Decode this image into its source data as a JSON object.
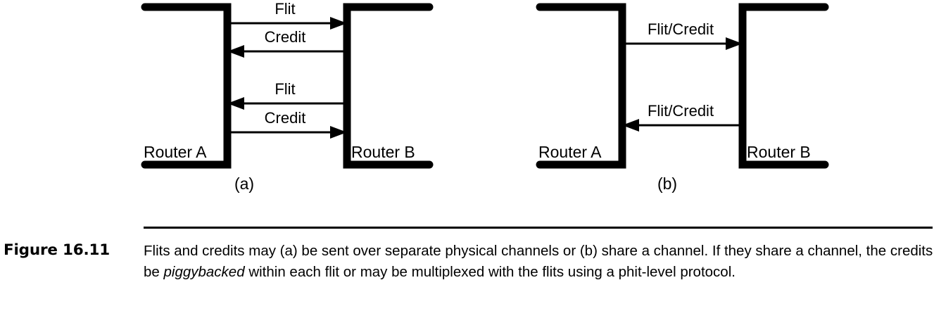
{
  "figure": {
    "number_label": "Figure 16.11",
    "caption_parts": {
      "part1": "Flits and credits may (a) be sent over separate physical channels or (b) share a channel. If they share a channel, the credits be ",
      "emphasis": "piggybacked",
      "part2": " within each flit or may be multiplexed with the flits using a phit-level protocol."
    },
    "caption_full": "Flits and credits may (a) be sent over separate physical channels or (b) share a channel. If they share a channel, the credits be piggybacked within each flit or may be multiplexed with the flits using a phit-level protocol."
  },
  "colors": {
    "ink": "#000000",
    "background": "#ffffff"
  },
  "panels": [
    {
      "id": "a",
      "sub_label": "(a)",
      "left_node_label": "Router A",
      "right_node_label": "Router B",
      "channels": [
        {
          "label": "Flit",
          "direction": "right"
        },
        {
          "label": "Credit",
          "direction": "left"
        },
        {
          "label": "Flit",
          "direction": "left"
        },
        {
          "label": "Credit",
          "direction": "right"
        }
      ]
    },
    {
      "id": "b",
      "sub_label": "(b)",
      "left_node_label": "Router A",
      "right_node_label": "Router B",
      "channels": [
        {
          "label": "Flit/Credit",
          "direction": "right"
        },
        {
          "label": "Flit/Credit",
          "direction": "left"
        }
      ]
    }
  ]
}
